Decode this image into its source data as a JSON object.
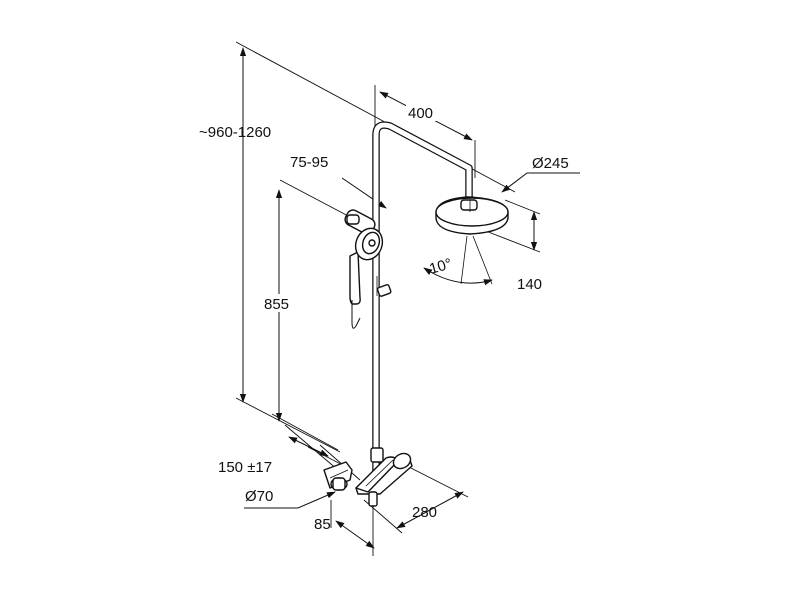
{
  "dimensions": {
    "total_height": "~960-1260",
    "arm_length": "400",
    "slider_range": "75-95",
    "head_diameter": "Ø245",
    "spray_angle": "10°",
    "head_height": "140",
    "slider_height": "855",
    "connection_spacing": "150 ±17",
    "escutcheon_diameter": "Ø70",
    "wall_offset_mixer": "85",
    "mixer_depth": "280"
  },
  "colors": {
    "line": "#111111",
    "background": "#ffffff"
  }
}
